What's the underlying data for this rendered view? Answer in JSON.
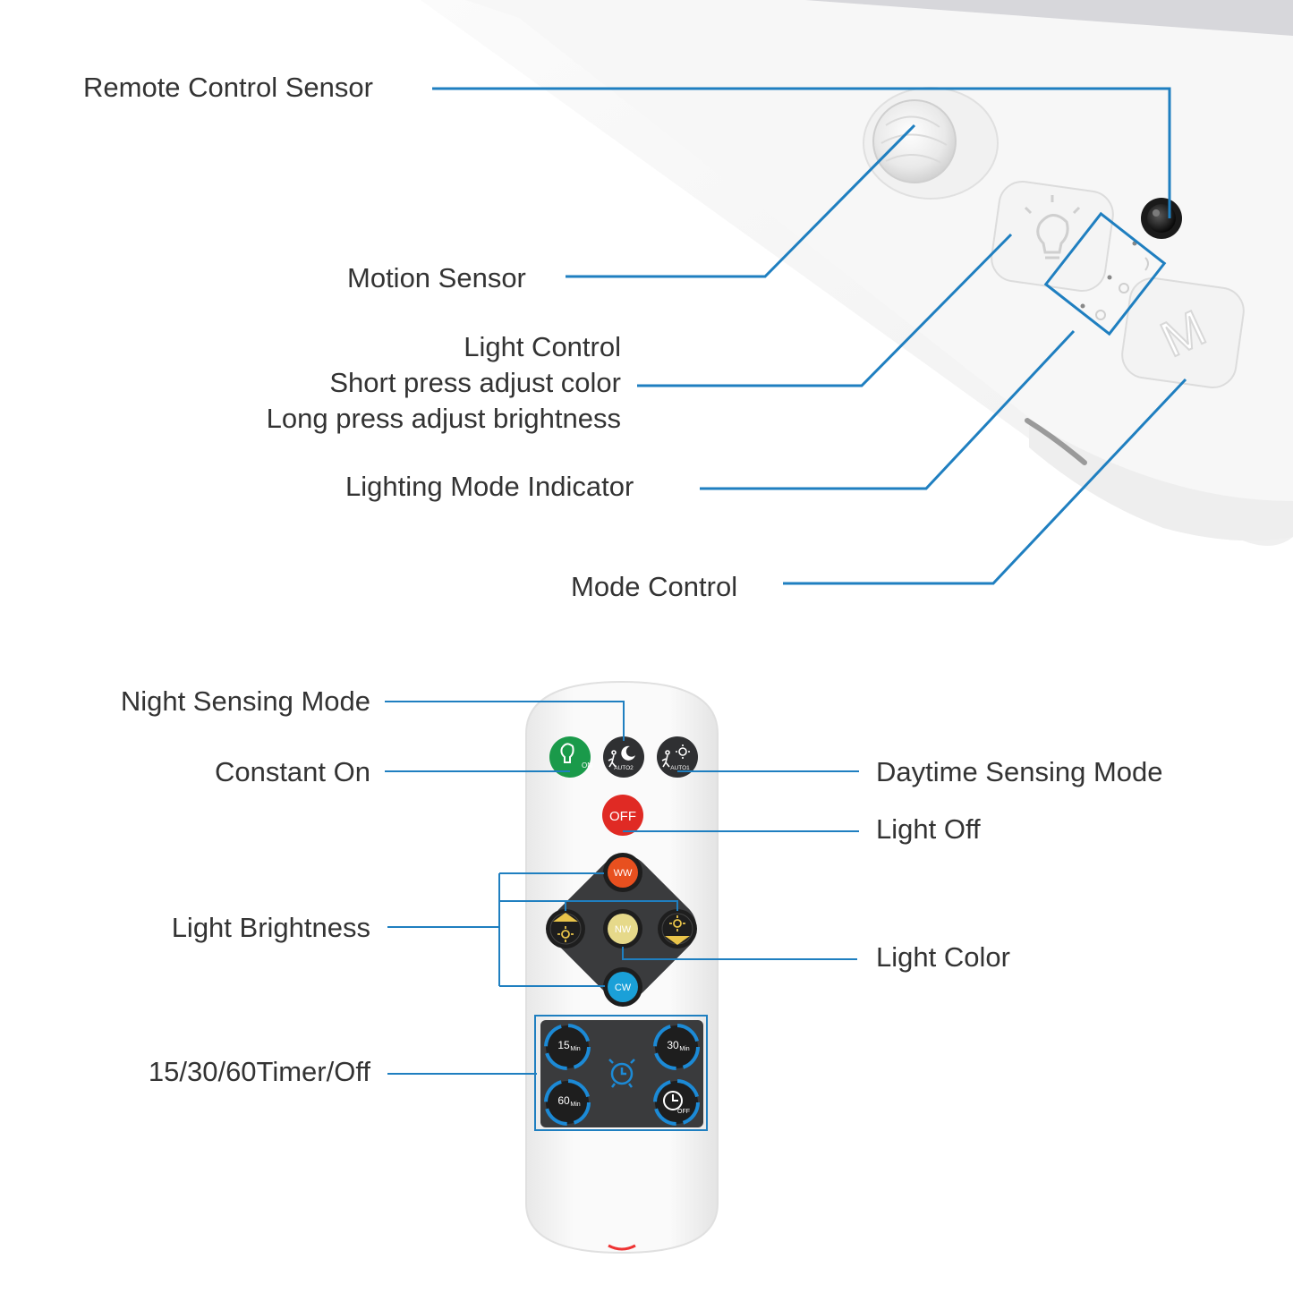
{
  "device_labels": {
    "remote_control_sensor": "Remote Control Sensor",
    "motion_sensor": "Motion Sensor",
    "light_control": [
      "Light Control",
      "Short press adjust color",
      "Long press adjust brightness"
    ],
    "lighting_mode_indicator": "Lighting Mode Indicator",
    "mode_control": "Mode Control"
  },
  "remote_labels": {
    "night_sensing_mode": "Night Sensing Mode",
    "constant_on": "Constant On",
    "daytime_sensing_mode": "Daytime Sensing Mode",
    "light_off": "Light Off",
    "light_brightness": "Light Brightness",
    "light_color": "Light Color",
    "timer_off": "15/30/60Timer/Off"
  },
  "remote_buttons": {
    "on": "ON",
    "auto2": "AUTO2",
    "auto1": "AUTO1",
    "off": "OFF",
    "ww": "WW",
    "nw": "NW",
    "cw": "CW",
    "t15": "15",
    "t30": "30",
    "t60": "60",
    "min": "Min",
    "timer_off": "OFF"
  },
  "device_buttons": {
    "mode": "M"
  },
  "colors": {
    "leader_line": "#1f7fc0",
    "constant_on_button": "#1a9a4a",
    "off_button": "#e02a24",
    "ww_button": "#e8501f",
    "nw_button": "#e6d98a",
    "cw_button": "#1aa0d8",
    "timer_ring": "#1c8ad6",
    "keypad": "#3a3b3d"
  },
  "icons": [
    "pir-lens-icon",
    "bulb-icon",
    "ir-receiver-icon",
    "moon-icon",
    "sun-icon",
    "walker-icon",
    "alarm-clock-icon",
    "clock-icon"
  ]
}
